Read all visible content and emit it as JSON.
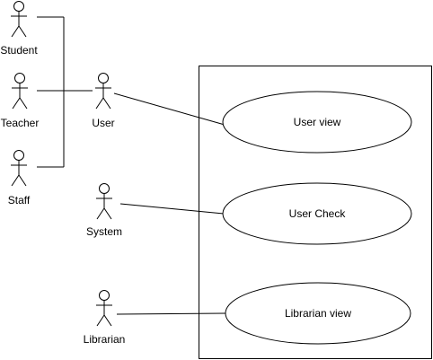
{
  "actors": {
    "student": "Student",
    "teacher": "Teacher",
    "staff": "Staff",
    "user": "User",
    "system": "System",
    "librarian": "Librarian"
  },
  "use_cases": {
    "user_view": "User view",
    "user_check": "User Check",
    "librarian_view": "Librarian view"
  }
}
